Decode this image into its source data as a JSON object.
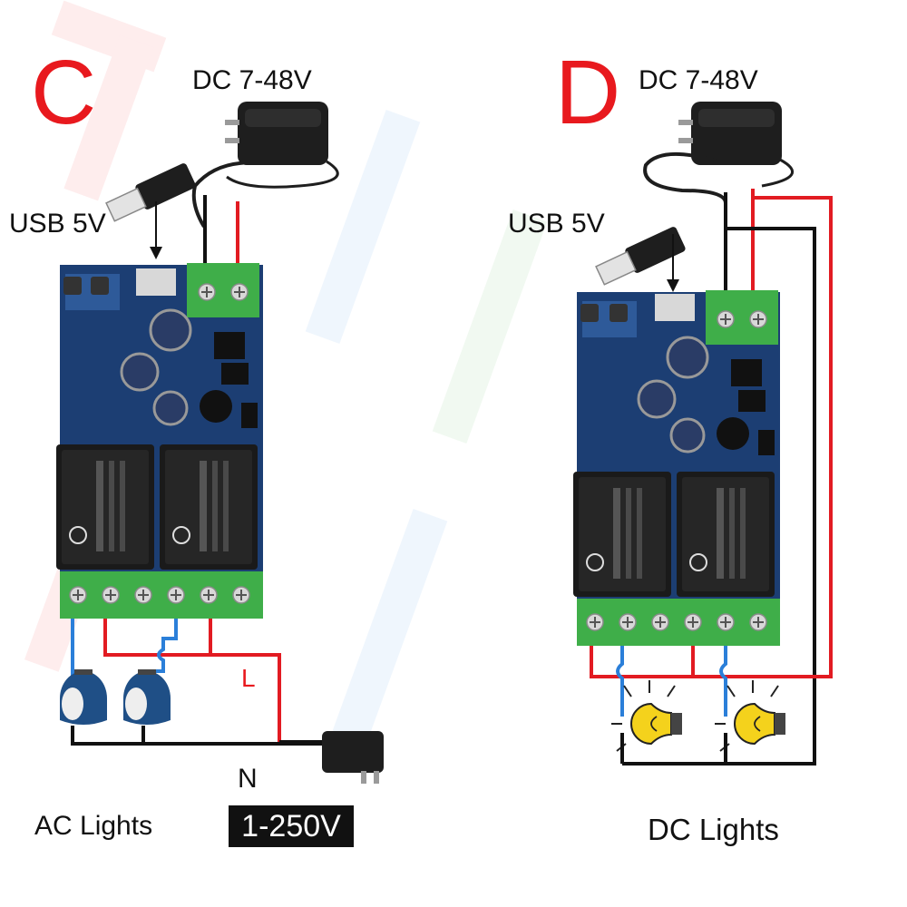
{
  "panel_c": {
    "letter": "C",
    "dc_label": "DC 7-48V",
    "usb_label": "USB 5V",
    "line_label": "L",
    "neutral_label": "N",
    "lights_label": "AC Lights",
    "voltage_label": "1-250V"
  },
  "panel_d": {
    "letter": "D",
    "dc_label": "DC 7-48V",
    "usb_label": "USB 5V",
    "lights_label": "DC Lights"
  },
  "colors": {
    "accent_red": "#e8191e",
    "wire_red": "#e21b22",
    "wire_black": "#111111",
    "wire_blue": "#2b7fd9",
    "pcb_blue": "#1c3e73",
    "terminal_green": "#3fae49",
    "relay_black": "#1a1a1a",
    "bulb_yellow": "#f4d21c",
    "ac_lamp_blue": "#1f4f86"
  },
  "icons": [
    "usb-plug-icon",
    "dc-adapter-icon",
    "relay-board-icon",
    "relay-icon",
    "ac-lamp-icon",
    "light-bulb-icon",
    "ac-plug-icon"
  ]
}
